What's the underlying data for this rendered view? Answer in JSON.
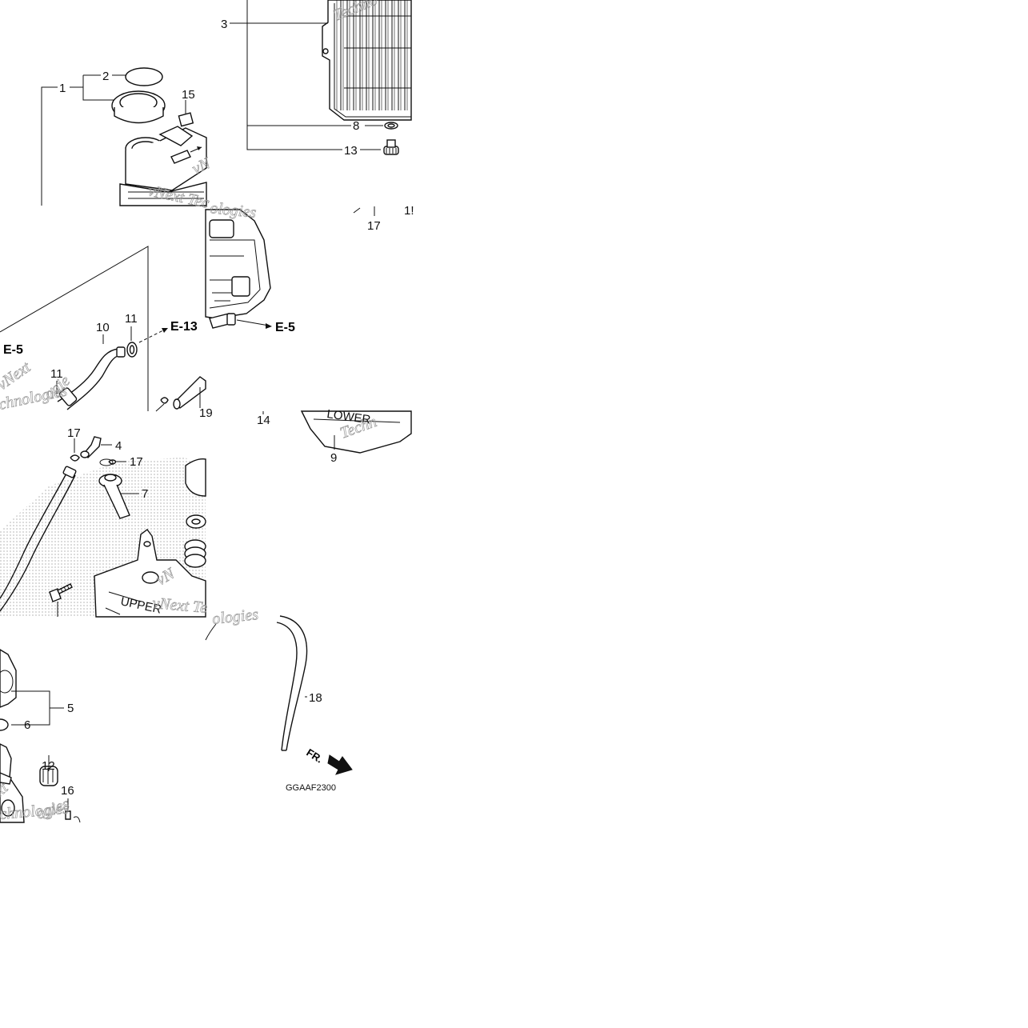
{
  "diagram": {
    "code": "GGAAF2300",
    "front_marker": "FR.",
    "watermark_texts": [
      "vNext Technologies",
      "Technologies",
      "vNext Tec",
      "ologies",
      "chnologies",
      "Techn",
      "Techno"
    ],
    "stamp_texts": [
      "UPPER",
      "LOWER"
    ],
    "part_labels": {
      "p1": "1",
      "p2": "2",
      "p3": "3",
      "p4": "4",
      "p5": "5",
      "p6": "6",
      "p7": "7",
      "p8": "8",
      "p9": "9",
      "p10": "10",
      "p11a": "11",
      "p11b": "11",
      "p12": "12",
      "p13": "13",
      "p14": "14",
      "p15": "15",
      "p16": "16",
      "p17a": "17",
      "p17b": "17",
      "p17c": "17",
      "p18": "18",
      "p19": "19",
      "p1x": "1!"
    },
    "references": {
      "e5_left": "E-5",
      "e13": "E-13",
      "e5_right": "E-5"
    }
  }
}
